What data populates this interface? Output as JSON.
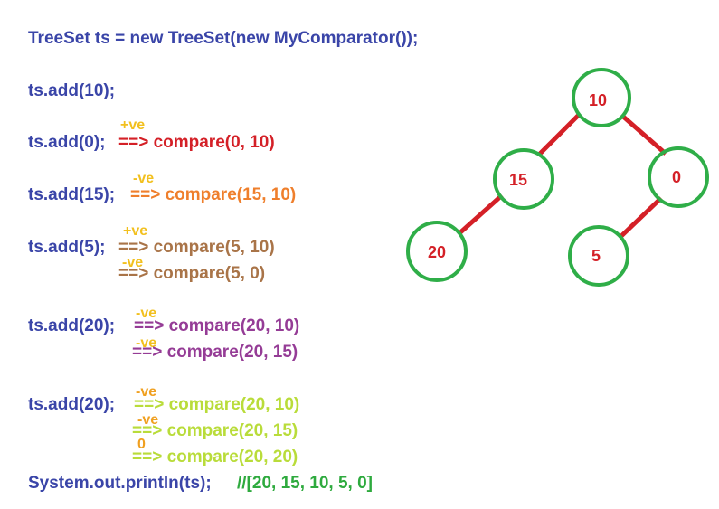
{
  "colors": {
    "code": "#3a45a8",
    "sign_note": "#f2c01e",
    "step_add0": "#d42027",
    "step_add15": "#ef7f2c",
    "step_add5": "#a97448",
    "step_add20_first": "#953c96",
    "step_add20_second": "#b9dc3a",
    "comment": "#2eaa3e",
    "node_border": "#2fae48",
    "node_label": "#d42027",
    "edge": "#d42027"
  },
  "code": {
    "declaration": "TreeSet ts = new TreeSet(new MyComparator());",
    "add10": "ts.add(10);",
    "add0": "ts.add(0);",
    "add15": "ts.add(15);",
    "add5": "ts.add(5);",
    "add20a": "ts.add(20);",
    "add20b": "ts.add(20);",
    "print": "System.out.println(ts);",
    "print_comment": "//[20, 15, 10, 5, 0]"
  },
  "steps": {
    "add0": [
      {
        "call": "==> compare(0, 10)",
        "sign": "+ve"
      }
    ],
    "add15": [
      {
        "call": "==> compare(15, 10)",
        "sign": "-ve"
      }
    ],
    "add5": [
      {
        "call": "==> compare(5, 10)",
        "sign": "+ve"
      },
      {
        "call": "==> compare(5, 0)",
        "sign": "-ve"
      }
    ],
    "add20a": [
      {
        "call": "==> compare(20, 10)",
        "sign": "-ve"
      },
      {
        "call": "==> compare(20, 15)",
        "sign": "-ve"
      }
    ],
    "add20b": [
      {
        "call": "==> compare(20, 10)",
        "sign": "-ve"
      },
      {
        "call": "==> compare(20, 15)",
        "sign": "-ve"
      },
      {
        "call": "==> compare(20, 20)",
        "sign": "0"
      }
    ]
  },
  "tree": {
    "nodes": [
      {
        "id": "n10",
        "label": "10"
      },
      {
        "id": "n15",
        "label": "15"
      },
      {
        "id": "n0",
        "label": "0"
      },
      {
        "id": "n20",
        "label": "20"
      },
      {
        "id": "n5",
        "label": "5"
      }
    ],
    "edges": [
      [
        "10",
        "15"
      ],
      [
        "10",
        "0"
      ],
      [
        "15",
        "20"
      ],
      [
        "0",
        "5"
      ]
    ]
  }
}
